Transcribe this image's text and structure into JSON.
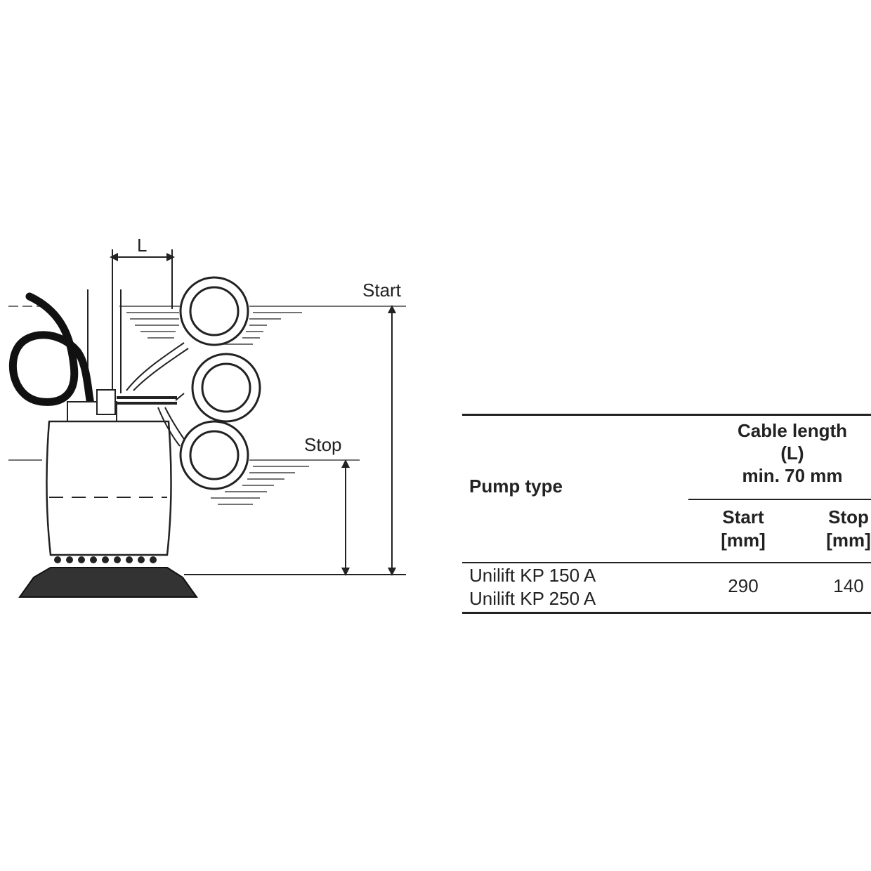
{
  "diagram": {
    "label_l": "L",
    "label_start": "Start",
    "label_stop": "Stop"
  },
  "table": {
    "col_pump_type": "Pump type",
    "col_cable_line1": "Cable length",
    "col_cable_line2": "(L)",
    "col_cable_line3": "min. 70 mm",
    "sub_start_line1": "Start",
    "sub_start_line2": "[mm]",
    "sub_stop_line1": "Stop",
    "sub_stop_line2": "[mm]",
    "row_pump_1": "Unilift KP 150 A",
    "row_pump_2": "Unilift KP 250 A",
    "row_start": "290",
    "row_stop": "140"
  }
}
